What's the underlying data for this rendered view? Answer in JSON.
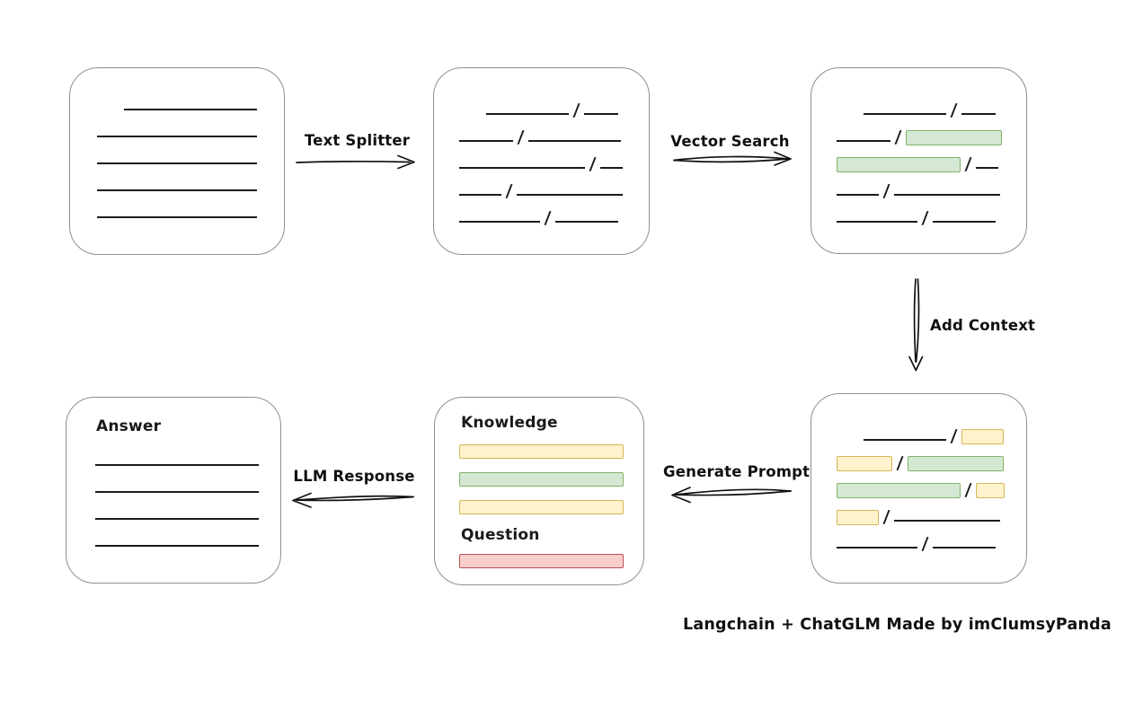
{
  "palette": {
    "box_border": "#8f8f8f",
    "line_color": "#1a1a1a",
    "green_fill": "#d5e8d4",
    "green_border": "#82b366",
    "yellow_fill": "#fff2cc",
    "yellow_border": "#d6b656",
    "red_fill": "#f8cecc",
    "red_border": "#b85450"
  },
  "arrows": {
    "text_splitter": "Text Splitter",
    "vector_search": "Vector Search",
    "add_context": "Add Context",
    "generate_prompt": "Generate Prompt",
    "llm_response": "LLM Response"
  },
  "caption": "Langchain + ChatGLM Made by imClumsyPanda",
  "boxes": {
    "document": {
      "lines": [
        {
          "indent": 30,
          "w": 148
        },
        {
          "indent": 0,
          "w": 178
        },
        {
          "indent": 0,
          "w": 178
        },
        {
          "indent": 0,
          "w": 178
        },
        {
          "indent": 0,
          "w": 178
        }
      ]
    },
    "chunks": {
      "rows": [
        {
          "indent": 58,
          "segs": [
            {
              "t": "line",
              "w": 92
            },
            {
              "t": "line",
              "w": 38
            }
          ]
        },
        {
          "indent": 28,
          "segs": [
            {
              "t": "line",
              "w": 60
            },
            {
              "t": "line",
              "w": 103
            }
          ]
        },
        {
          "indent": 28,
          "segs": [
            {
              "t": "line",
              "w": 140
            },
            {
              "t": "line",
              "w": 25
            }
          ]
        },
        {
          "indent": 28,
          "segs": [
            {
              "t": "line",
              "w": 47
            },
            {
              "t": "line",
              "w": 118
            }
          ]
        },
        {
          "indent": 28,
          "segs": [
            {
              "t": "line",
              "w": 90
            },
            {
              "t": "line",
              "w": 70
            }
          ]
        }
      ]
    },
    "matched_chunks": {
      "rows": [
        {
          "indent": 58,
          "segs": [
            {
              "t": "line",
              "w": 92
            },
            {
              "t": "line",
              "w": 38
            }
          ]
        },
        {
          "indent": 28,
          "segs": [
            {
              "t": "line",
              "w": 60
            },
            {
              "t": "green",
              "w": 107
            }
          ]
        },
        {
          "indent": 28,
          "segs": [
            {
              "t": "green",
              "w": 138
            },
            {
              "t": "line",
              "w": 25
            }
          ]
        },
        {
          "indent": 28,
          "segs": [
            {
              "t": "line",
              "w": 47
            },
            {
              "t": "line",
              "w": 118
            }
          ]
        },
        {
          "indent": 28,
          "segs": [
            {
              "t": "line",
              "w": 90
            },
            {
              "t": "line",
              "w": 70
            }
          ]
        }
      ]
    },
    "context_chunks": {
      "rows": [
        {
          "indent": 58,
          "segs": [
            {
              "t": "line",
              "w": 92
            },
            {
              "t": "yellow",
              "w": 47
            }
          ]
        },
        {
          "indent": 28,
          "segs": [
            {
              "t": "yellow",
              "w": 62
            },
            {
              "t": "green",
              "w": 107
            }
          ]
        },
        {
          "indent": 28,
          "segs": [
            {
              "t": "green",
              "w": 138
            },
            {
              "t": "yellow",
              "w": 32
            }
          ]
        },
        {
          "indent": 28,
          "segs": [
            {
              "t": "yellow",
              "w": 47
            },
            {
              "t": "line",
              "w": 118
            }
          ]
        },
        {
          "indent": 28,
          "segs": [
            {
              "t": "line",
              "w": 90
            },
            {
              "t": "line",
              "w": 70
            }
          ]
        }
      ]
    },
    "prompt": {
      "knowledge_label": "Knowledge",
      "question_label": "Question",
      "knowledge_bars": [
        {
          "color": "yellow"
        },
        {
          "color": "green"
        },
        {
          "color": "yellow"
        }
      ],
      "question_bars": [
        {
          "color": "red"
        }
      ]
    },
    "answer": {
      "label": "Answer",
      "lines": [
        {
          "indent": 0,
          "w": 182
        },
        {
          "indent": 0,
          "w": 182
        },
        {
          "indent": 0,
          "w": 182
        },
        {
          "indent": 0,
          "w": 182
        }
      ]
    }
  }
}
